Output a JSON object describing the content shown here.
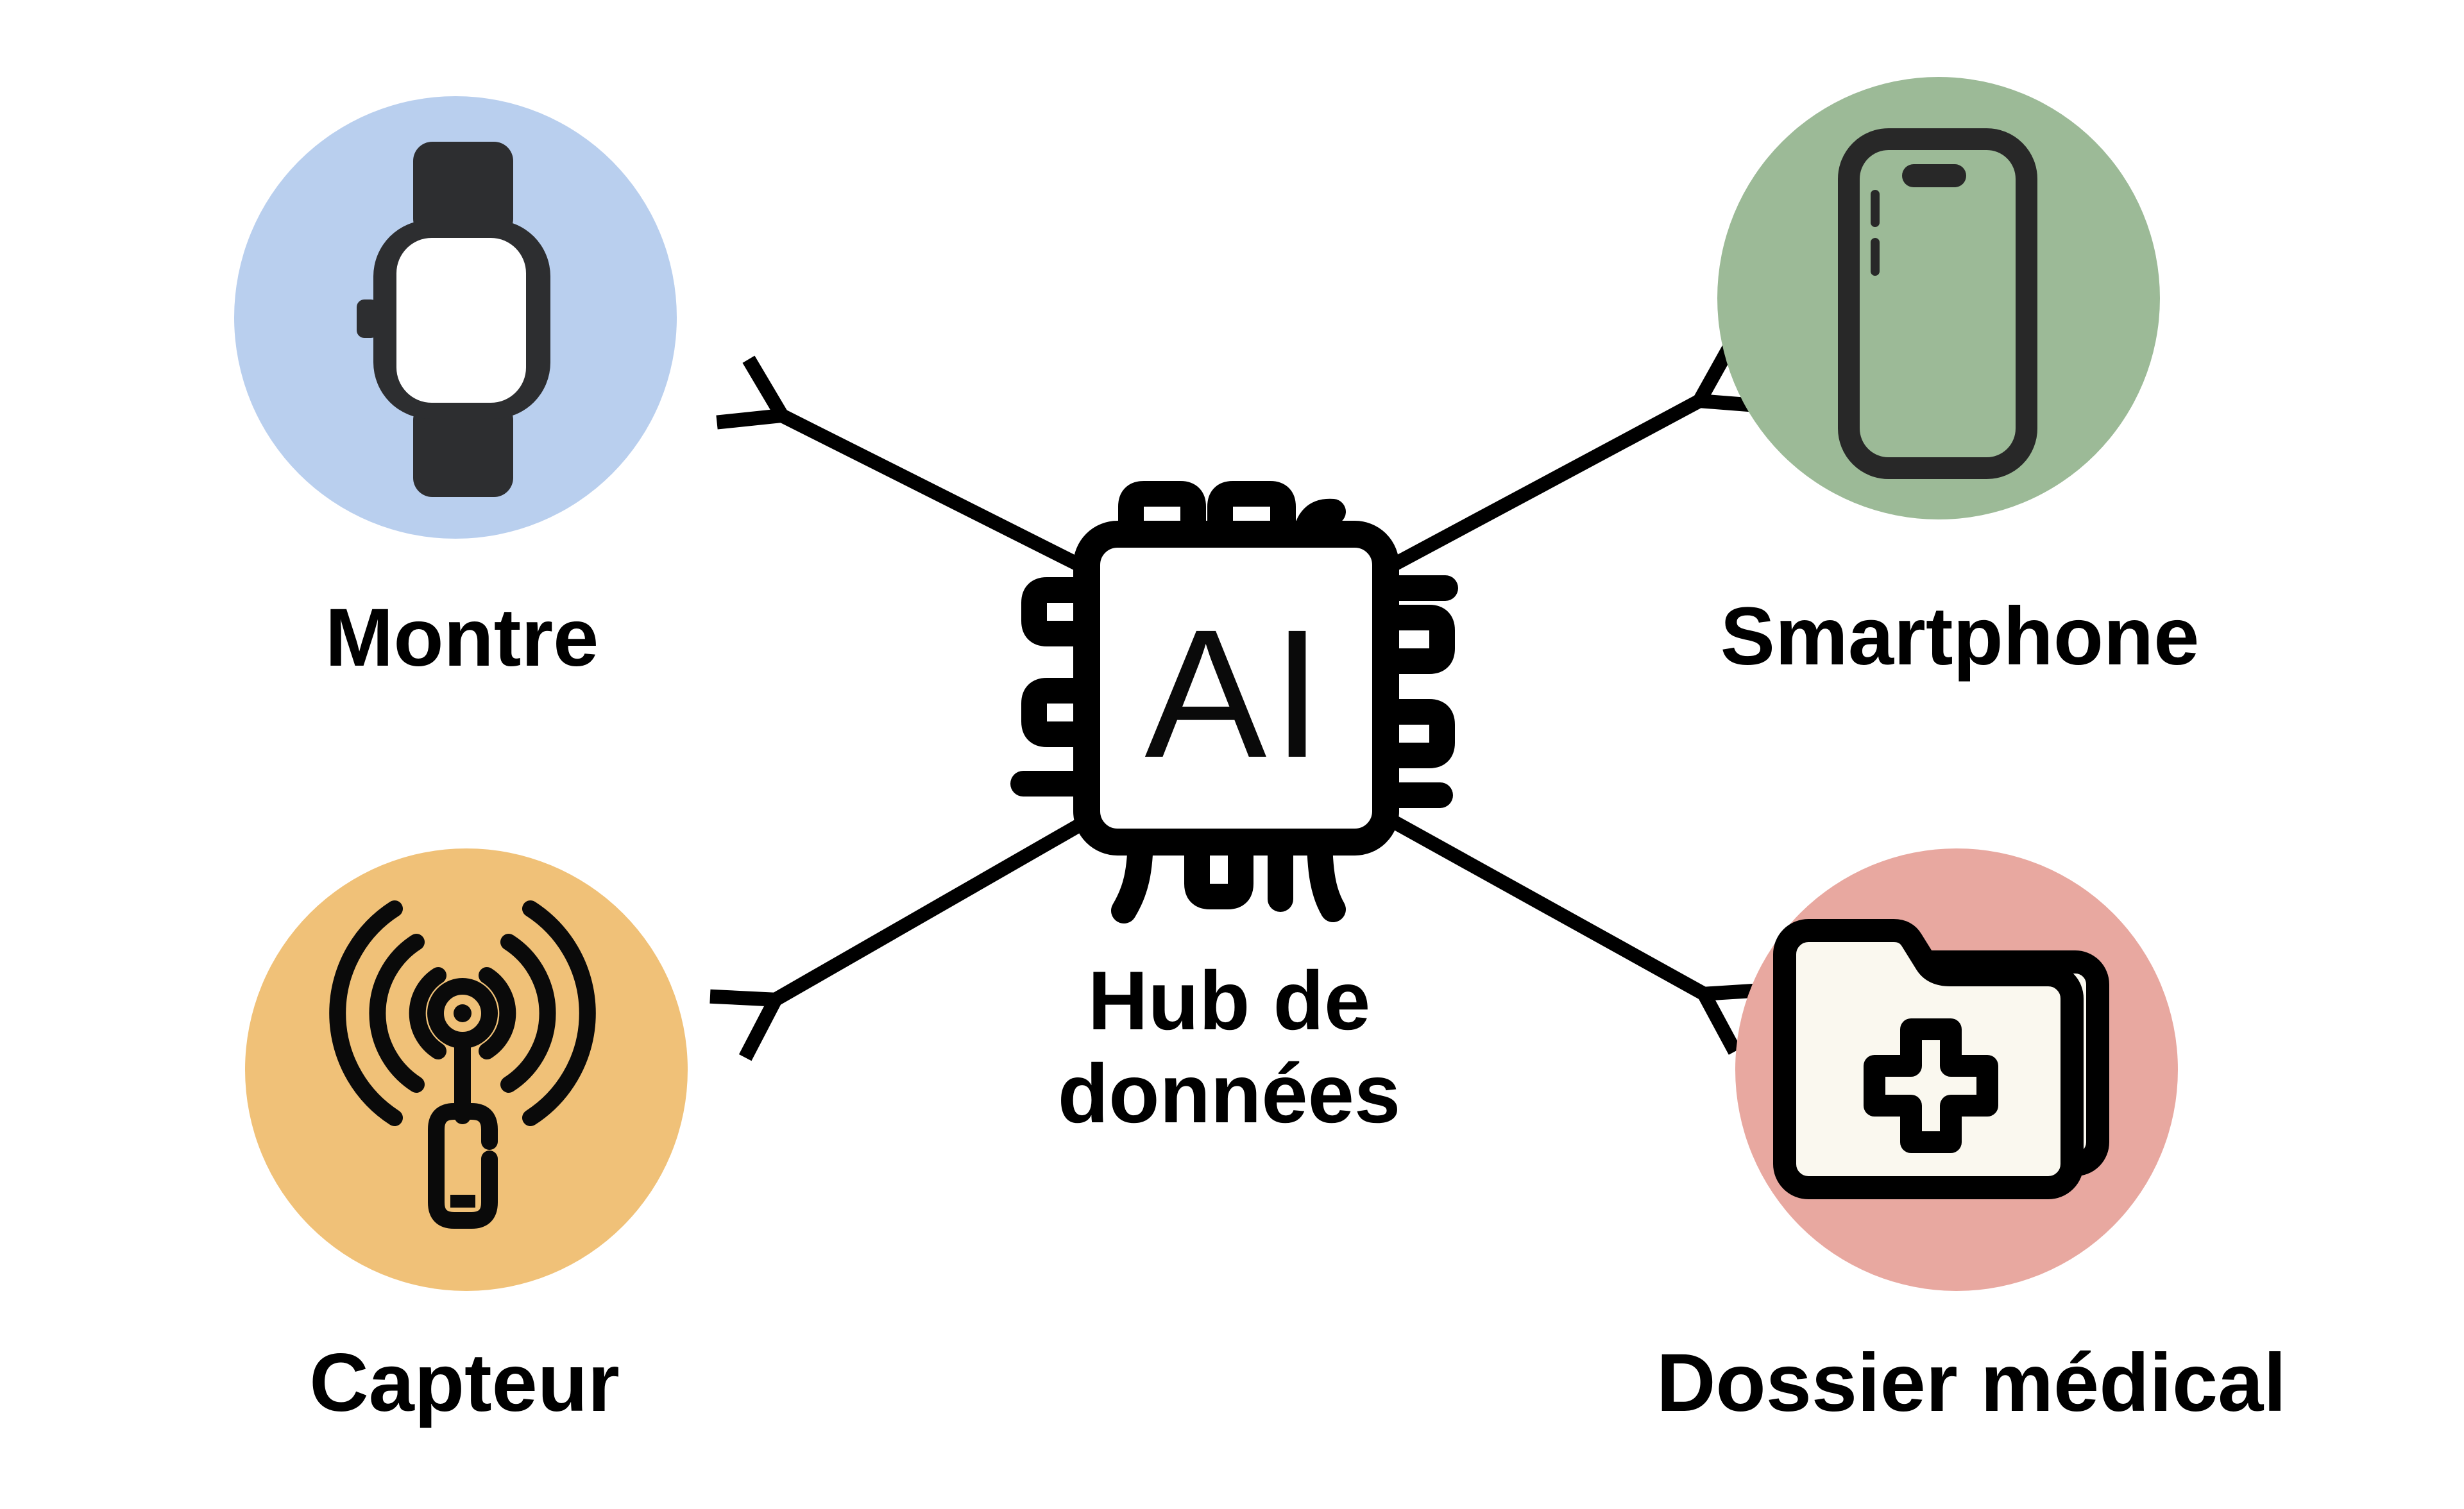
{
  "diagram": {
    "background": "#FFFFFF",
    "hub": {
      "chip_text": "AI",
      "label_line1": "Hub de",
      "label_line2": "données"
    },
    "nodes": [
      {
        "id": "montre",
        "label": "Montre",
        "color": "#B9CFEE",
        "icon": "smartwatch-icon"
      },
      {
        "id": "smartphone",
        "label": "Smartphone",
        "color": "#9CBA97",
        "icon": "smartphone-icon"
      },
      {
        "id": "capteur",
        "label": "Capteur",
        "color": "#F0C178",
        "icon": "sensor-antenna-icon"
      },
      {
        "id": "dossier-medical",
        "label": "Dossier médical",
        "color": "#E8A8A0",
        "icon": "medical-folder-icon"
      }
    ],
    "connections": [
      {
        "from": "hub",
        "to": "montre"
      },
      {
        "from": "hub",
        "to": "smartphone"
      },
      {
        "from": "hub",
        "to": "capteur"
      },
      {
        "from": "hub",
        "to": "dossier-medical"
      }
    ],
    "colors": {
      "line_black": "#000000",
      "icon_dark": "#2D2E30",
      "phone_dark": "#282828",
      "folder_fill": "#FAF8EF",
      "watch_screen": "#FFFFFF",
      "chip_fill": "#FFFFFF"
    }
  }
}
